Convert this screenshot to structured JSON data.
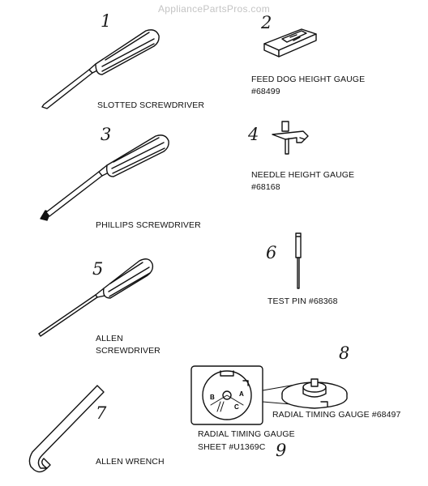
{
  "watermark": "AppliancePartsPros.com",
  "numbers": [
    "1",
    "2",
    "3",
    "4",
    "5",
    "6",
    "7",
    "8",
    "9"
  ],
  "labels": {
    "slotted": "SLOTTED SCREWDRIVER",
    "feed_line1": "FEED DOG HEIGHT GAUGE",
    "feed_line2": "#68499",
    "phillips": "PHILLIPS SCREWDRIVER",
    "needle_line1": "NEEDLE HEIGHT GAUGE",
    "needle_line2": "#68168",
    "allen_line1": "ALLEN",
    "allen_line2": "SCREWDRIVER",
    "test_pin": "TEST PIN #68368",
    "radial_gauge": "RADIAL TIMING GAUGE #68497",
    "sheet_line1": "RADIAL TIMING GAUGE",
    "sheet_line2": "SHEET #U1369C",
    "allen_wrench": "ALLEN WRENCH"
  },
  "sheet_letters": [
    "B",
    "A",
    "C"
  ]
}
